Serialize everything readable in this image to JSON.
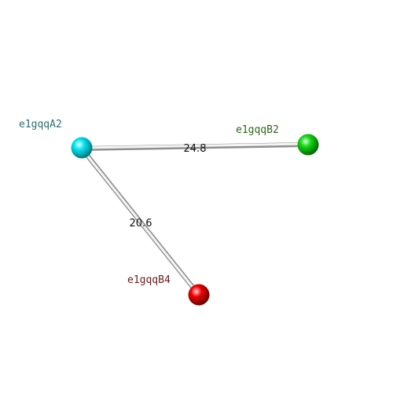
{
  "nodes": [
    {
      "id": "A2",
      "label": "e1gqqA2",
      "color": "#00e5f0",
      "label_color": "#2f6f6f"
    },
    {
      "id": "B2",
      "label": "e1gqqB2",
      "color": "#12d812",
      "label_color": "#2a6a1a"
    },
    {
      "id": "B4",
      "label": "e1gqqB4",
      "color": "#ee0000",
      "label_color": "#6a1a1a"
    }
  ],
  "edges": [
    {
      "from": "A2",
      "to": "B2",
      "label": "24.8"
    },
    {
      "from": "A2",
      "to": "B4",
      "label": "20.6"
    }
  ]
}
